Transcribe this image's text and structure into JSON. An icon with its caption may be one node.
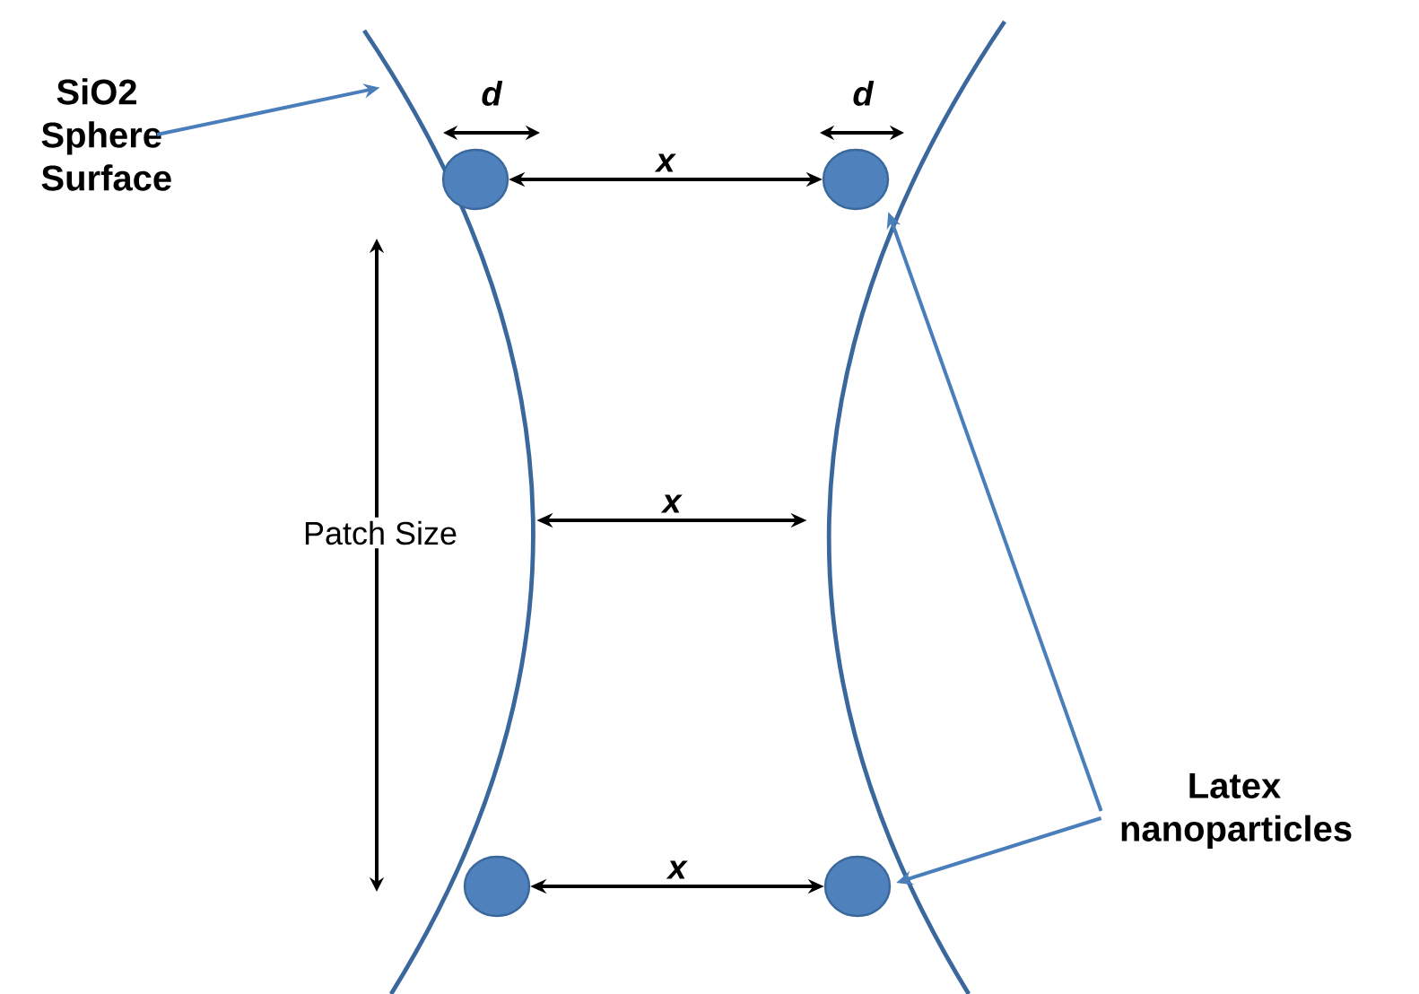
{
  "diagram": {
    "nodes": [
      {
        "text": [
          "SiO2 Sphere Surface"
        ]
      },
      {
        "text": [],
        "shape": "arc"
      },
      {
        "text": [],
        "shape": "arc"
      },
      {
        "text": [],
        "shape": "circle",
        "in": 1
      },
      {
        "text": [],
        "shape": "circle",
        "in": 2
      },
      {
        "text": [],
        "shape": "circle",
        "in": 1
      },
      {
        "text": [],
        "shape": "circle",
        "in": 2
      },
      {
        "text": [
          "Latex nanoparticles"
        ]
      }
    ],
    "edges": [
      {
        "from": 0,
        "to": 1,
        "arrow": "to",
        "color": "#4a7ebb"
      },
      {
        "from": 3,
        "to": 4,
        "arrow": "both",
        "label": "x",
        "color": "#000000"
      },
      {
        "from": 1,
        "to": 2,
        "arrow": "both",
        "label": "x",
        "color": "#000000"
      },
      {
        "from": 5,
        "to": 6,
        "arrow": "both",
        "label": "x",
        "color": "#000000"
      },
      {
        "from": 7,
        "to": 4,
        "arrow": "to",
        "color": "#4a7ebb"
      },
      {
        "from": 7,
        "to": 6,
        "arrow": "to",
        "color": "#4a7ebb"
      }
    ],
    "labels": [
      "d",
      "d",
      "Patch Size"
    ]
  }
}
